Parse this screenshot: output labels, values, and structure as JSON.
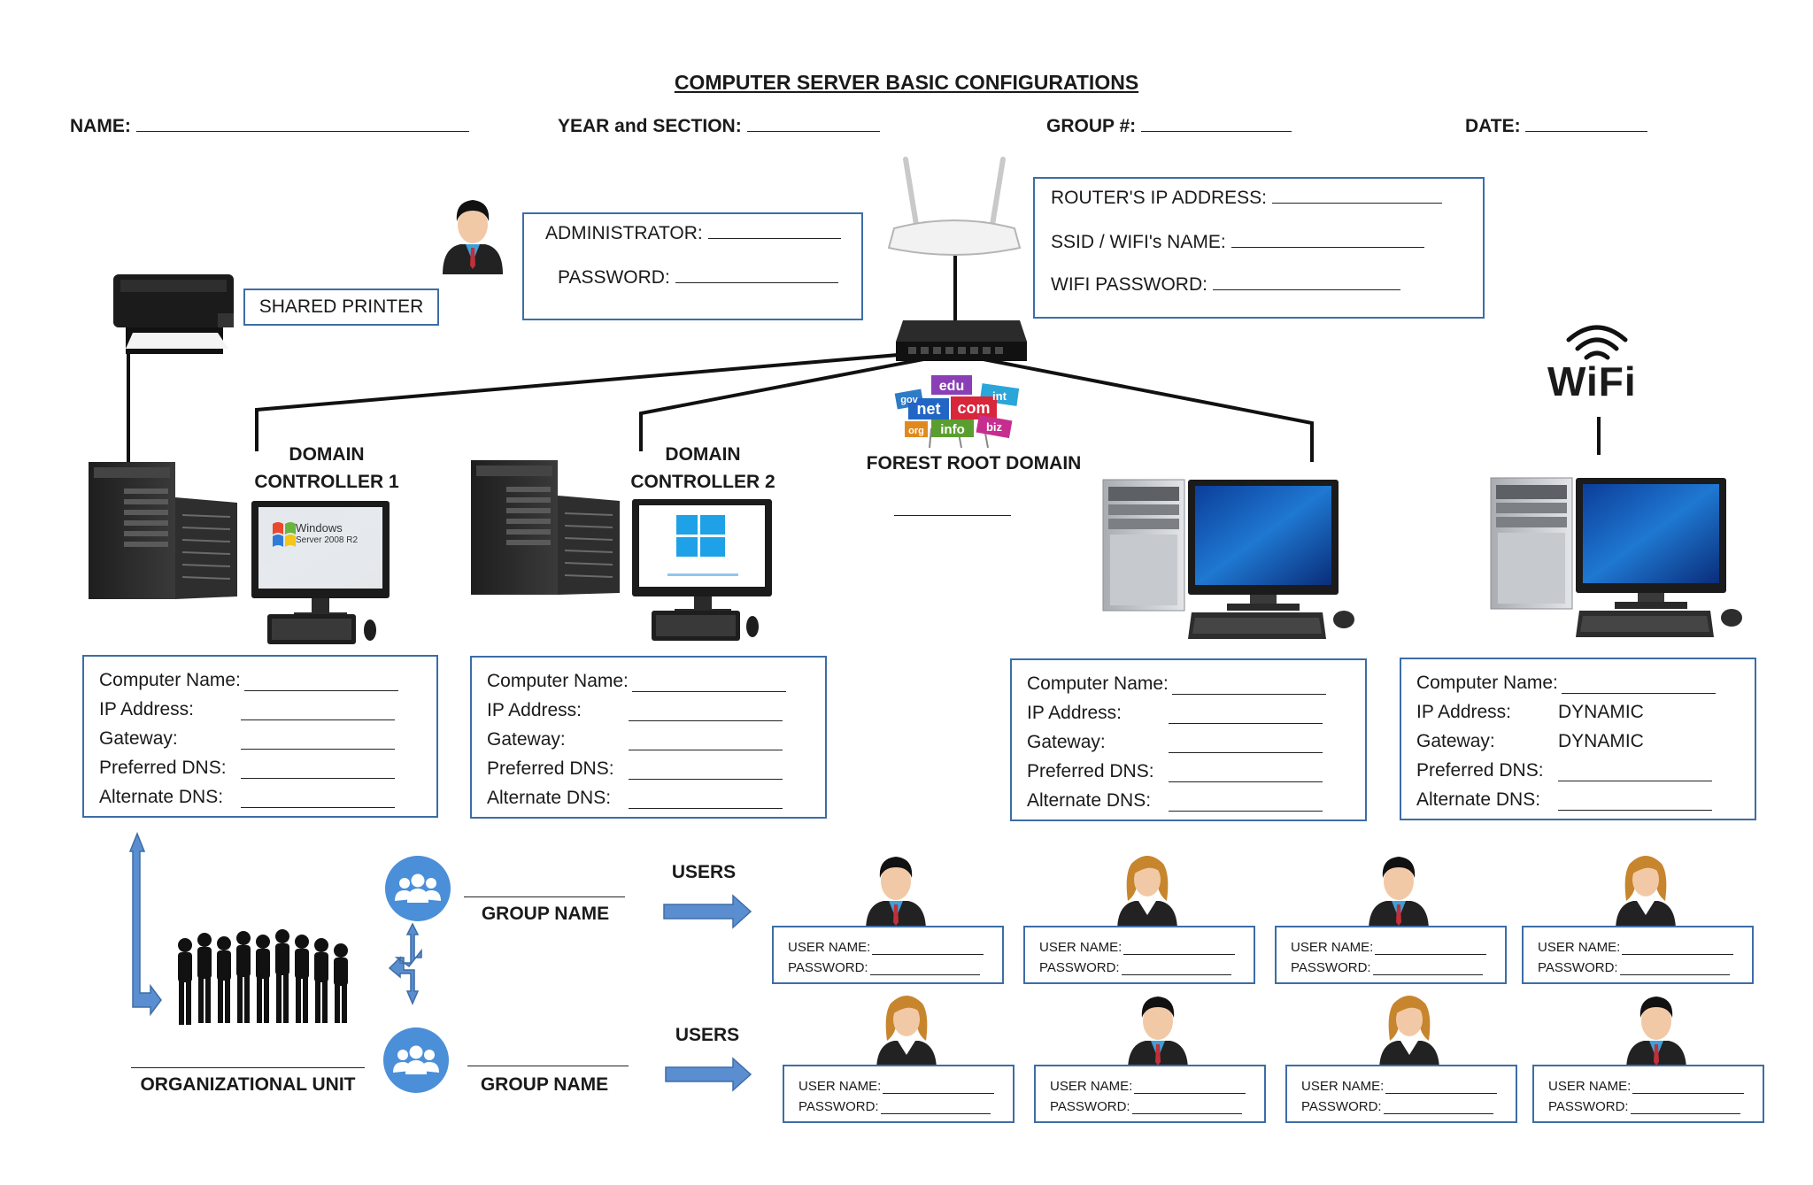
{
  "title": "COMPUTER SERVER BASIC CONFIGURATIONS",
  "header": {
    "name_label": "NAME:",
    "year_section_label": "YEAR and SECTION:",
    "group_label": "GROUP #:",
    "date_label": "DATE:"
  },
  "admin_box": {
    "administrator_label": "ADMINISTRATOR:",
    "password_label": "PASSWORD:"
  },
  "shared_printer_label": "SHARED PRINTER",
  "router_box": {
    "ip_label": "ROUTER'S IP ADDRESS:",
    "ssid_label": "SSID / WIFI's NAME:",
    "wifi_password_label": "WIFI PASSWORD:"
  },
  "wifi_logo_text": "WiFi",
  "forest_root_domain_label": "FOREST ROOT DOMAIN",
  "domain_cloud_words": [
    "edu",
    "int",
    "net",
    "com",
    "info",
    "biz",
    "gov",
    "org"
  ],
  "dc1_label": [
    "DOMAIN",
    "CONTROLLER 1"
  ],
  "dc2_label": [
    "DOMAIN",
    "CONTROLLER 2"
  ],
  "dc1_screen_text": [
    "Windows",
    "Server 2008 R2"
  ],
  "config_labels": {
    "computer_name": "Computer Name:",
    "ip_address": "IP Address:",
    "gateway": "Gateway:",
    "preferred_dns": "Preferred DNS:",
    "alternate_dns": "Alternate DNS:"
  },
  "wifi_client_values": {
    "ip_address": "DYNAMIC",
    "gateway": "DYNAMIC"
  },
  "organizational_unit_label": "ORGANIZATIONAL UNIT",
  "groups": [
    {
      "name_label": "GROUP NAME",
      "users_label": "USERS"
    },
    {
      "name_label": "GROUP NAME",
      "users_label": "USERS"
    }
  ],
  "user_card": {
    "username_label": "USER NAME:",
    "password_label": "PASSWORD:"
  },
  "user_rows": [
    [
      "male",
      "female",
      "male",
      "female"
    ],
    [
      "female",
      "male",
      "female",
      "male"
    ]
  ],
  "colors": {
    "box_border": "#3d6da6",
    "arrow_fill": "#5b8ed0",
    "group_icon": "#4a8fd8",
    "shirt": "#3f9fd6"
  }
}
